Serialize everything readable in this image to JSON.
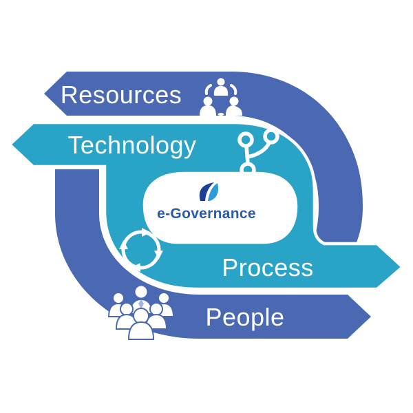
{
  "diagram_title": "e-Governance",
  "colors": {
    "band_blue": "#4a69b2",
    "band_teal": "#29a4c7",
    "label_text": "#ffffff",
    "center_text": "#2b5aa8",
    "logo_navy": "#1d3f94",
    "logo_cyan": "#2f9bd8",
    "background": "#ffffff"
  },
  "bands": [
    {
      "label": "Resources",
      "color": "#4a69b2",
      "arrow_direction": "left",
      "icon": "meeting-people-icon"
    },
    {
      "label": "Technology",
      "color": "#29a4c7",
      "arrow_direction": "left",
      "icon": "git-branch-icon"
    },
    {
      "label": "Process",
      "color": "#29a4c7",
      "arrow_direction": "right",
      "icon": "cycle-arrows-icon"
    },
    {
      "label": "People",
      "color": "#4a69b2",
      "arrow_direction": "right",
      "icon": "people-group-icon"
    }
  ],
  "center": {
    "label": "e-Governance",
    "icon": "egovernance-logo-icon"
  }
}
